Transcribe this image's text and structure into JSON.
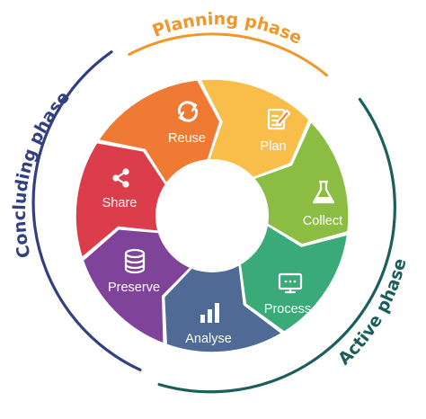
{
  "phases": {
    "planning": {
      "label": "Planning phase",
      "color": "#F0962A"
    },
    "active": {
      "label": "Active phase",
      "color": "#1C5E5C"
    },
    "concluding": {
      "label": "Concluding phase",
      "color": "#33407F"
    }
  },
  "stages": [
    {
      "label": "Plan",
      "icon": "edit-icon",
      "color": "#EE7A33"
    },
    {
      "label": "Collect",
      "icon": "flask-icon",
      "color": "#F9BE49"
    },
    {
      "label": "Process",
      "icon": "screen-icon",
      "color": "#8BBD43"
    },
    {
      "label": "Analyse",
      "icon": "bar-chart-icon",
      "color": "#3AAA78"
    },
    {
      "label": "Preserve",
      "icon": "database-icon",
      "color": "#4E6A95"
    },
    {
      "label": "Share",
      "icon": "share-icon",
      "color": "#7F449A"
    },
    {
      "label": "Reuse",
      "icon": "recycle-icon",
      "color": "#DB3D4B"
    }
  ]
}
